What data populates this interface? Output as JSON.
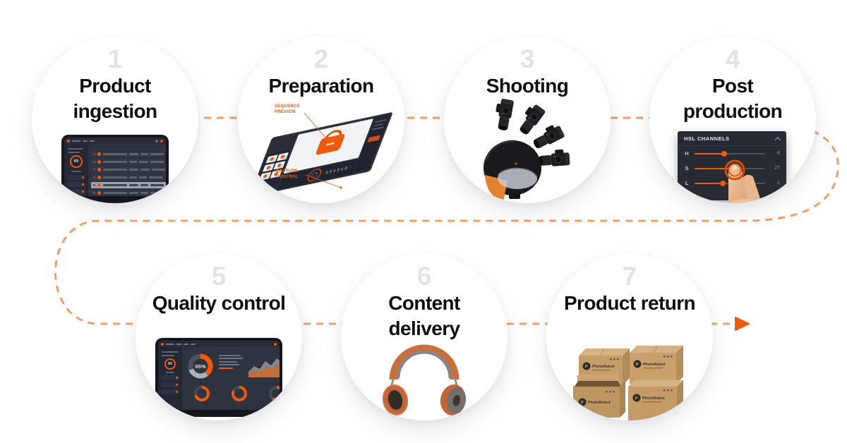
{
  "flow": {
    "dash_color": "#F59E68",
    "arrow_color": "#F1580A"
  },
  "steps": [
    {
      "number": "1",
      "title": "Product ingestion",
      "gauge_value": "65"
    },
    {
      "number": "2",
      "title": "Preparation",
      "callout_top": "SEQUENCE PREVIEW",
      "callout_bottom": "CAPTURE CONTROL"
    },
    {
      "number": "3",
      "title": "Shooting"
    },
    {
      "number": "4",
      "title": "Post production",
      "hsl": {
        "title": "HSL CHANNELS",
        "rows": [
          {
            "label": "H",
            "value": "-8"
          },
          {
            "label": "S",
            "value": "27"
          },
          {
            "label": "L",
            "value": "-1"
          }
        ]
      }
    },
    {
      "number": "5",
      "title": "Quality control",
      "donut_value": "65%",
      "sidebar_gauge": "65"
    },
    {
      "number": "6",
      "title": "Content delivery"
    },
    {
      "number": "7",
      "title": "Product return",
      "brand": "PhotoRobot"
    }
  ]
}
